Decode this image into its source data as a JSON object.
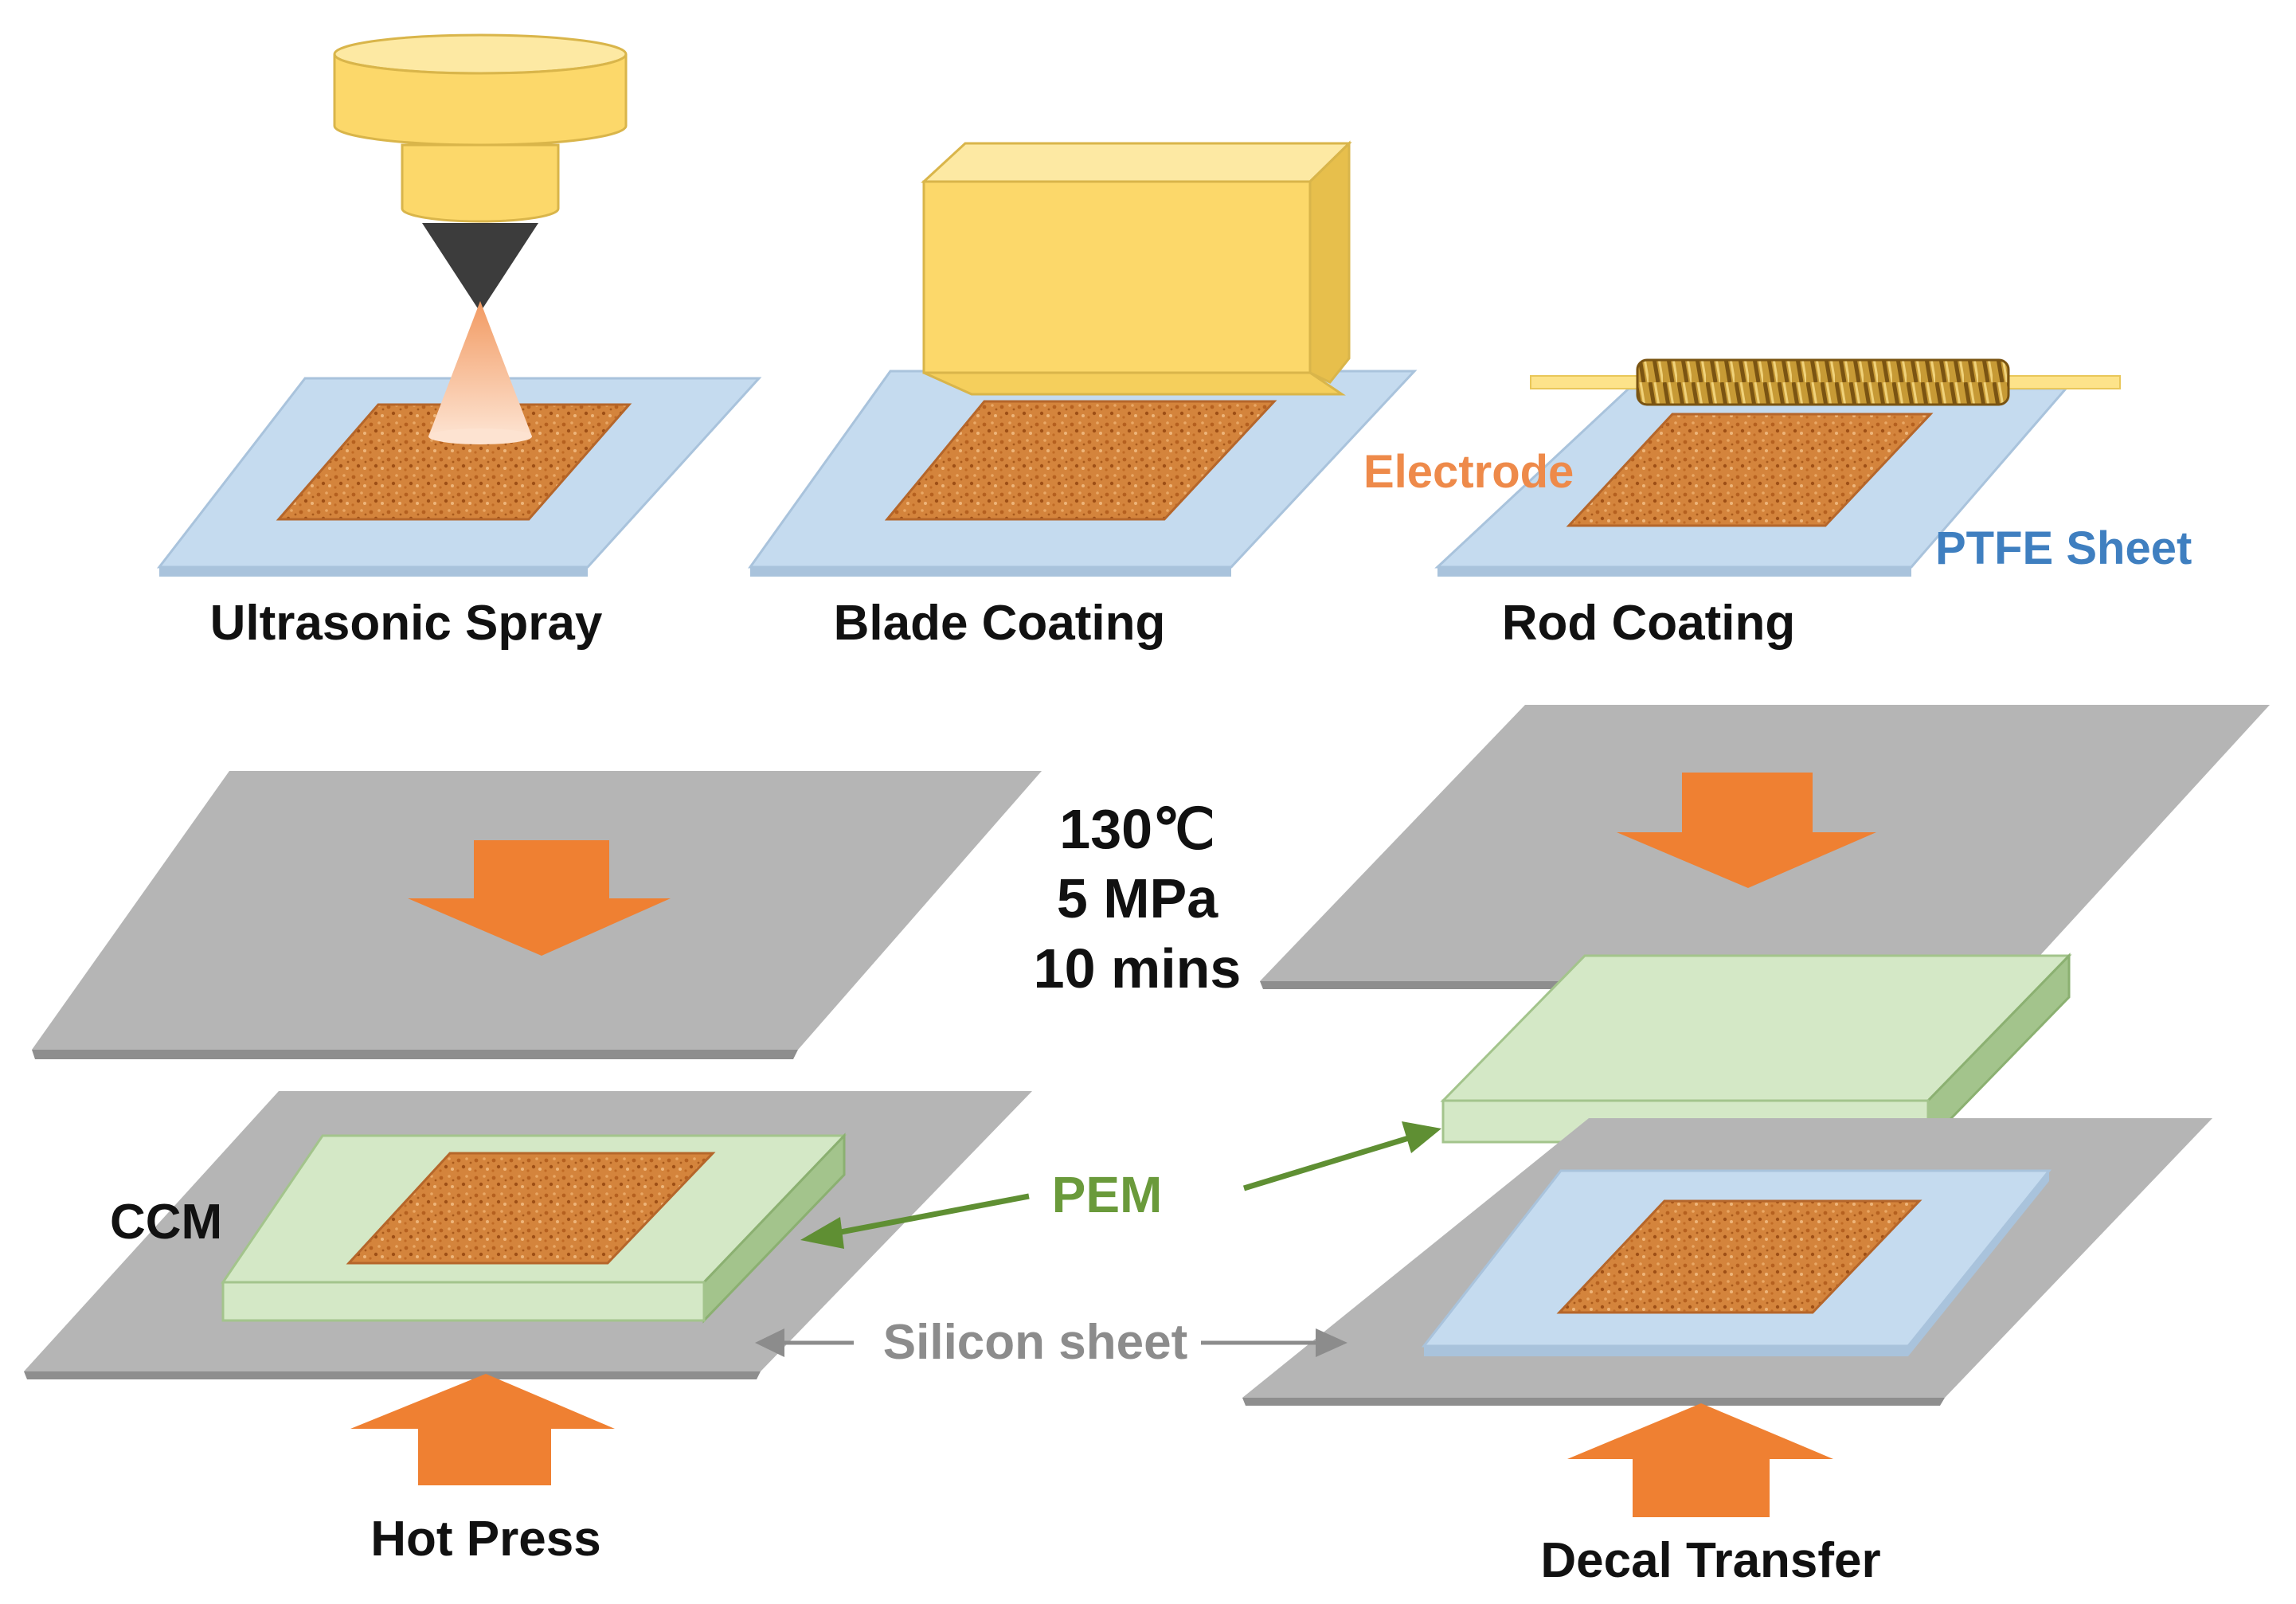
{
  "labels": {
    "ultrasonic_spray": "Ultrasonic Spray",
    "blade_coating": "Blade Coating",
    "rod_coating": "Rod Coating",
    "electrode": "Electrode",
    "ptfe_sheet": "PTFE Sheet",
    "temperature": "130℃",
    "pressure": "5 MPa",
    "duration": "10 mins",
    "ccm": "CCM",
    "pem": "PEM",
    "silicon_sheet": "Silicon sheet",
    "hot_press": "Hot Press",
    "decal_transfer": "Decal Transfer"
  },
  "colors": {
    "ptfe": "#c5dbef",
    "ptfe_edge": "#a9c3dc",
    "electrode": "#d4843c",
    "yellow": "#fcd86a",
    "yellow_dark": "#e7bf4c",
    "gray_sheet": "#b5b5b5",
    "gray_edge": "#8e8e8e",
    "pem": "#d4e8c6",
    "pem_edge": "#a3c48c",
    "arrow_orange": "#ef8032",
    "text_orange": "#ee8a4a",
    "text_blue": "#3f7fc0",
    "text_green": "#6a9a3b",
    "text_gray": "#8c8c8c"
  }
}
